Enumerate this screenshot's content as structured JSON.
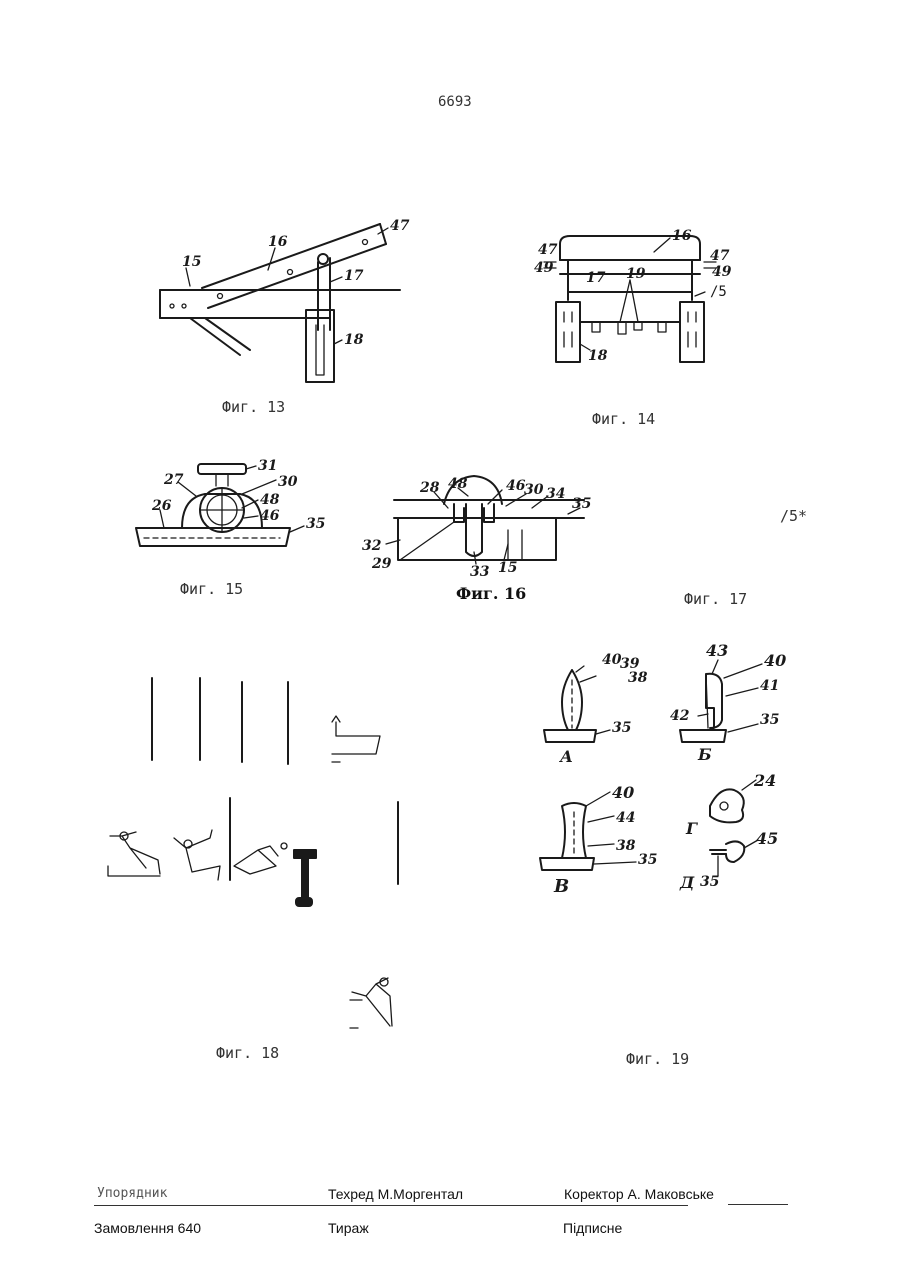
{
  "page_number": "6693",
  "figures": {
    "fig13": {
      "caption": "Фиг. 13",
      "labels": [
        "15",
        "16",
        "47",
        "17",
        "18"
      ]
    },
    "fig14": {
      "caption": "Фиг. 14",
      "labels": [
        "16",
        "47",
        "49",
        "17",
        "19",
        "47",
        "49",
        "/5",
        "18"
      ]
    },
    "fig15": {
      "caption": "Фиг. 15",
      "labels": [
        "31",
        "27",
        "30",
        "26",
        "48",
        "46",
        "35"
      ]
    },
    "fig16": {
      "caption": "Фиг. 16",
      "labels": [
        "48",
        "46",
        "28",
        "30",
        "34",
        "35",
        "32",
        "29",
        "33",
        "15"
      ]
    },
    "fig17": {
      "caption": "Фиг. 17",
      "marker": "/5*"
    },
    "fig18": {
      "caption": "Фиг. 18"
    },
    "fig19": {
      "caption": "Фиг. 19",
      "labels": [
        "40",
        "39",
        "38",
        "35",
        "А",
        "43",
        "40",
        "41",
        "42",
        "35",
        "Б",
        "40",
        "44",
        "38",
        "35",
        "В",
        "24",
        "Г",
        "45",
        "Д",
        "35"
      ]
    }
  },
  "footer": {
    "row1": {
      "compiler": "Упорядник",
      "techred": "Техред М.Моргентал",
      "corrector": "Коректор А. Маковське"
    },
    "row2": {
      "order": "Замовлення 640",
      "circulation": "Тираж",
      "subscription": "Підписне"
    }
  }
}
